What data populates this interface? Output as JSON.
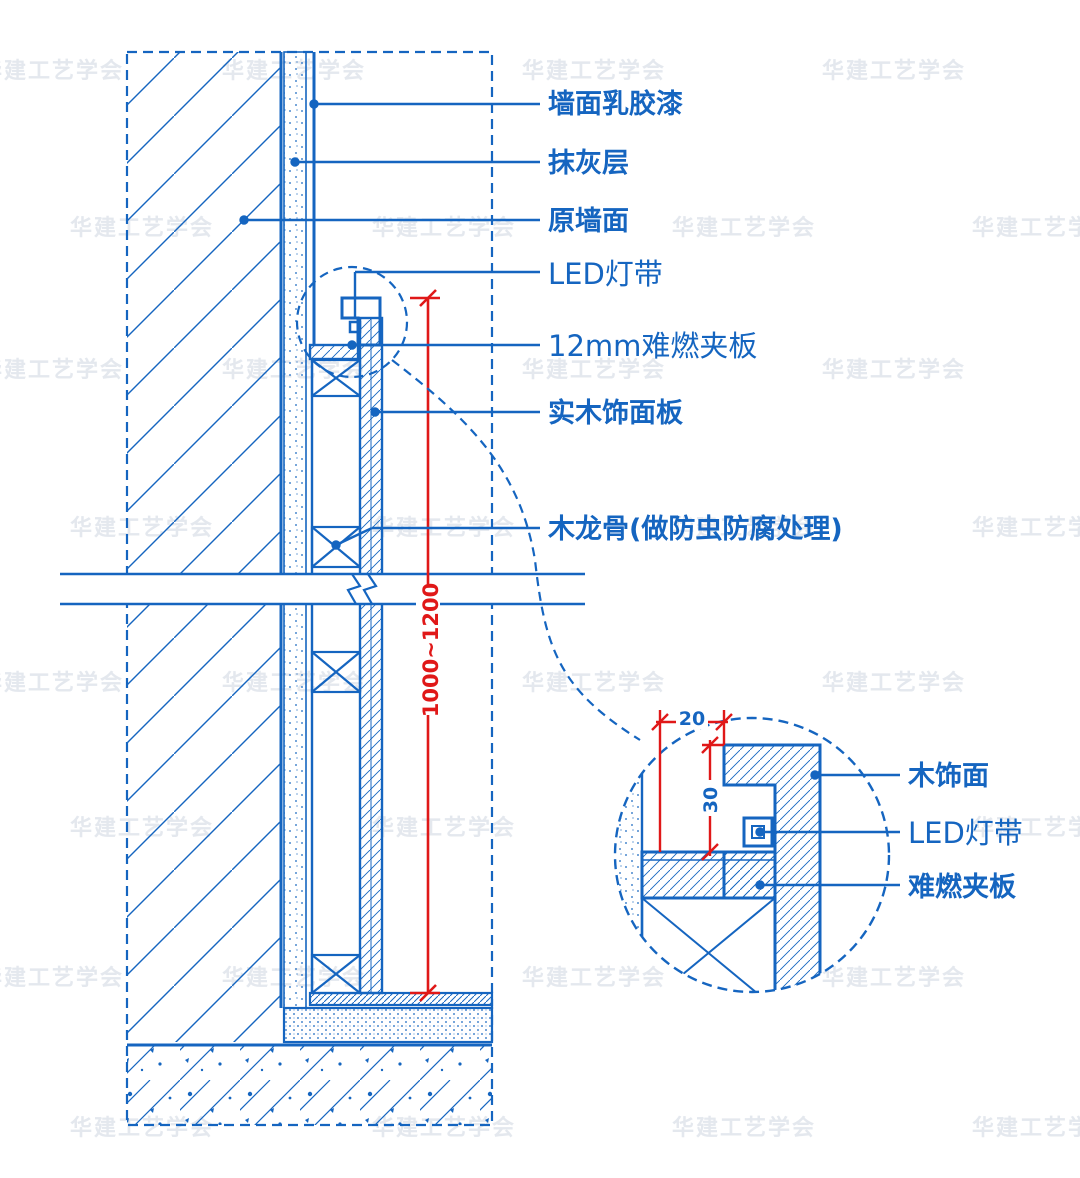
{
  "watermark": "华建工艺学会",
  "labels": {
    "latex_paint": "墙面乳胶漆",
    "plaster": "抹灰层",
    "original_wall": "原墙面",
    "led_strip": "LED灯带",
    "fire_board_12mm": "12mm难燃夹板",
    "solid_wood_panel": "实木饰面板",
    "wood_keel": "木龙骨(做防虫防腐处理)"
  },
  "dimensions": {
    "height_range": "1000~1200",
    "detail_width": "20",
    "detail_height": "30"
  },
  "detail_labels": {
    "wood_finish": "木饰面",
    "led_strip": "LED灯带",
    "fire_board": "难燃夹板"
  },
  "colors": {
    "line": "#1565c0",
    "dimension": "#e01818",
    "watermark": "#e4e8ee"
  }
}
